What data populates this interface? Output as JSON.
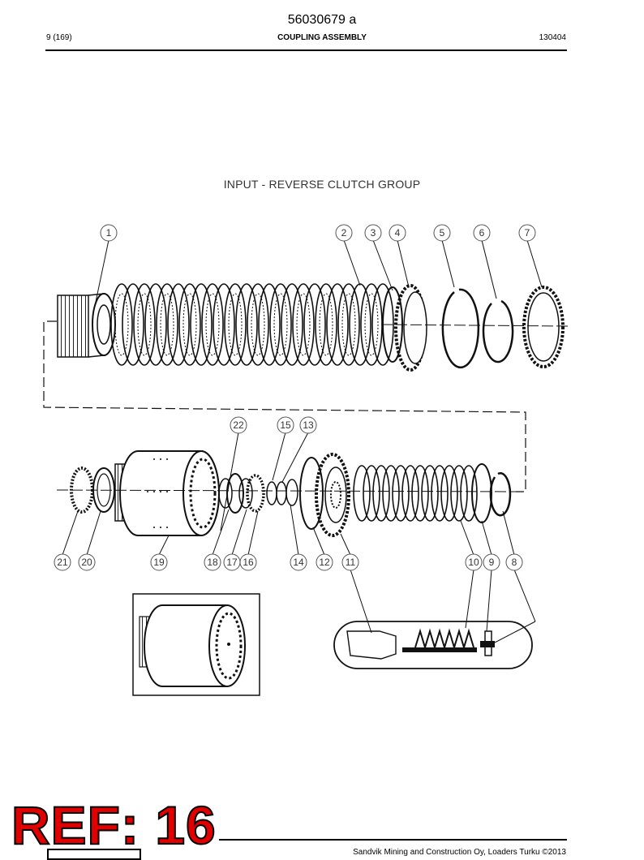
{
  "header": {
    "doc_number": "56030679 a",
    "page": "9 (169)",
    "section_title": "COUPLING ASSEMBLY",
    "code": "130404"
  },
  "figure": {
    "title": "INPUT - REVERSE CLUTCH GROUP",
    "callouts": [
      "1",
      "2",
      "3",
      "4",
      "5",
      "6",
      "7",
      "22",
      "15",
      "13",
      "21",
      "20",
      "19",
      "18",
      "17",
      "16",
      "14",
      "12",
      "11",
      "10",
      "9",
      "8"
    ]
  },
  "stamp": {
    "text": "REF: 16"
  },
  "footer": {
    "copyright": "Sandvik Mining and Construction Oy, Loaders Turku ©2013"
  }
}
